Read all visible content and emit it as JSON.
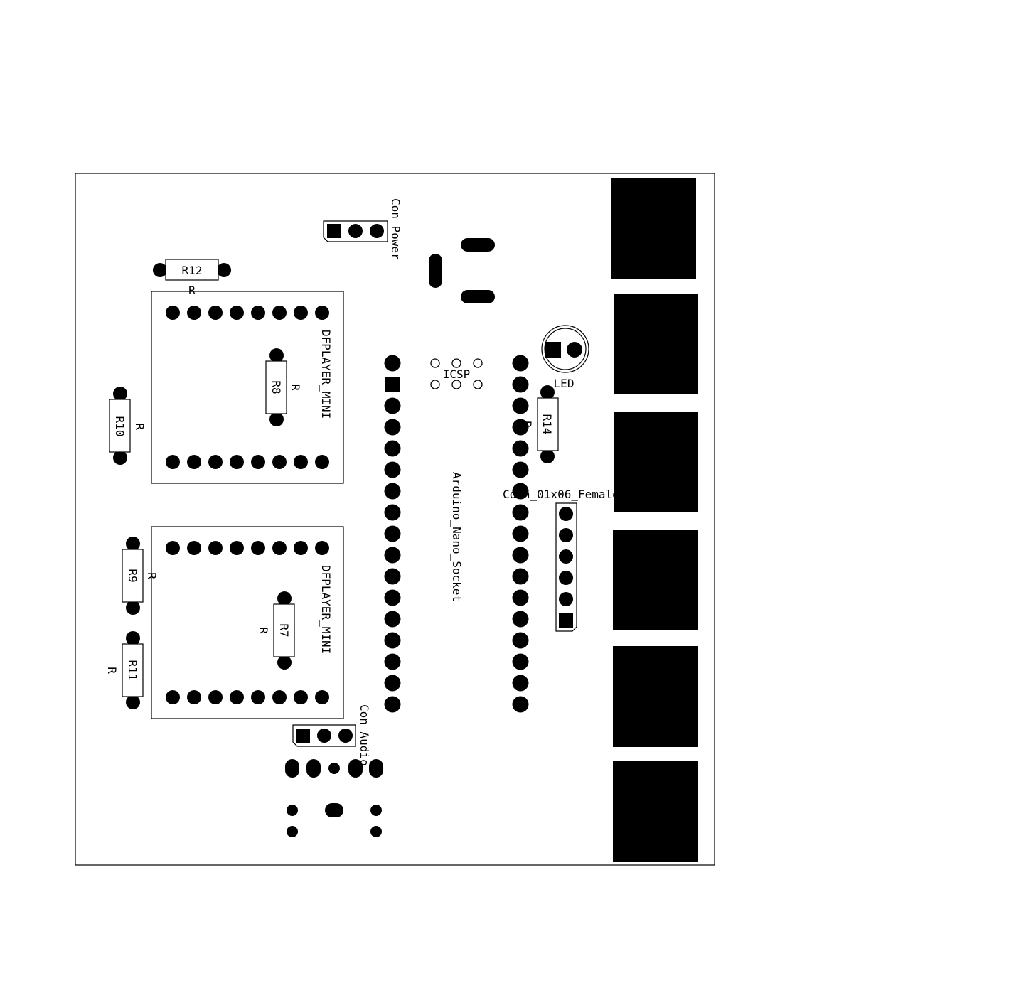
{
  "colors": {
    "copper": "#000000",
    "background": "#ffffff",
    "outline": "#000000"
  },
  "labels": {
    "con_power": "Con Power",
    "r12": "R12",
    "r12_value": "R",
    "dfplayer1": "DFPLAYER_MINI",
    "r8": "R8",
    "r8_value": "R",
    "r10": "R10",
    "r10_value": "R",
    "dfplayer2": "DFPLAYER_MINI",
    "r7": "R7",
    "r7_value": "R",
    "r9": "R9",
    "r9_value": "R",
    "r11": "R11",
    "r11_value": "R",
    "icsp": "ICSP",
    "led": "LED",
    "r14": "R14",
    "r14_value": "R",
    "arduino": "Arduino_Nano_Socket",
    "conn": "Conn_01x06_Female",
    "con_audio": "Con Audio"
  }
}
